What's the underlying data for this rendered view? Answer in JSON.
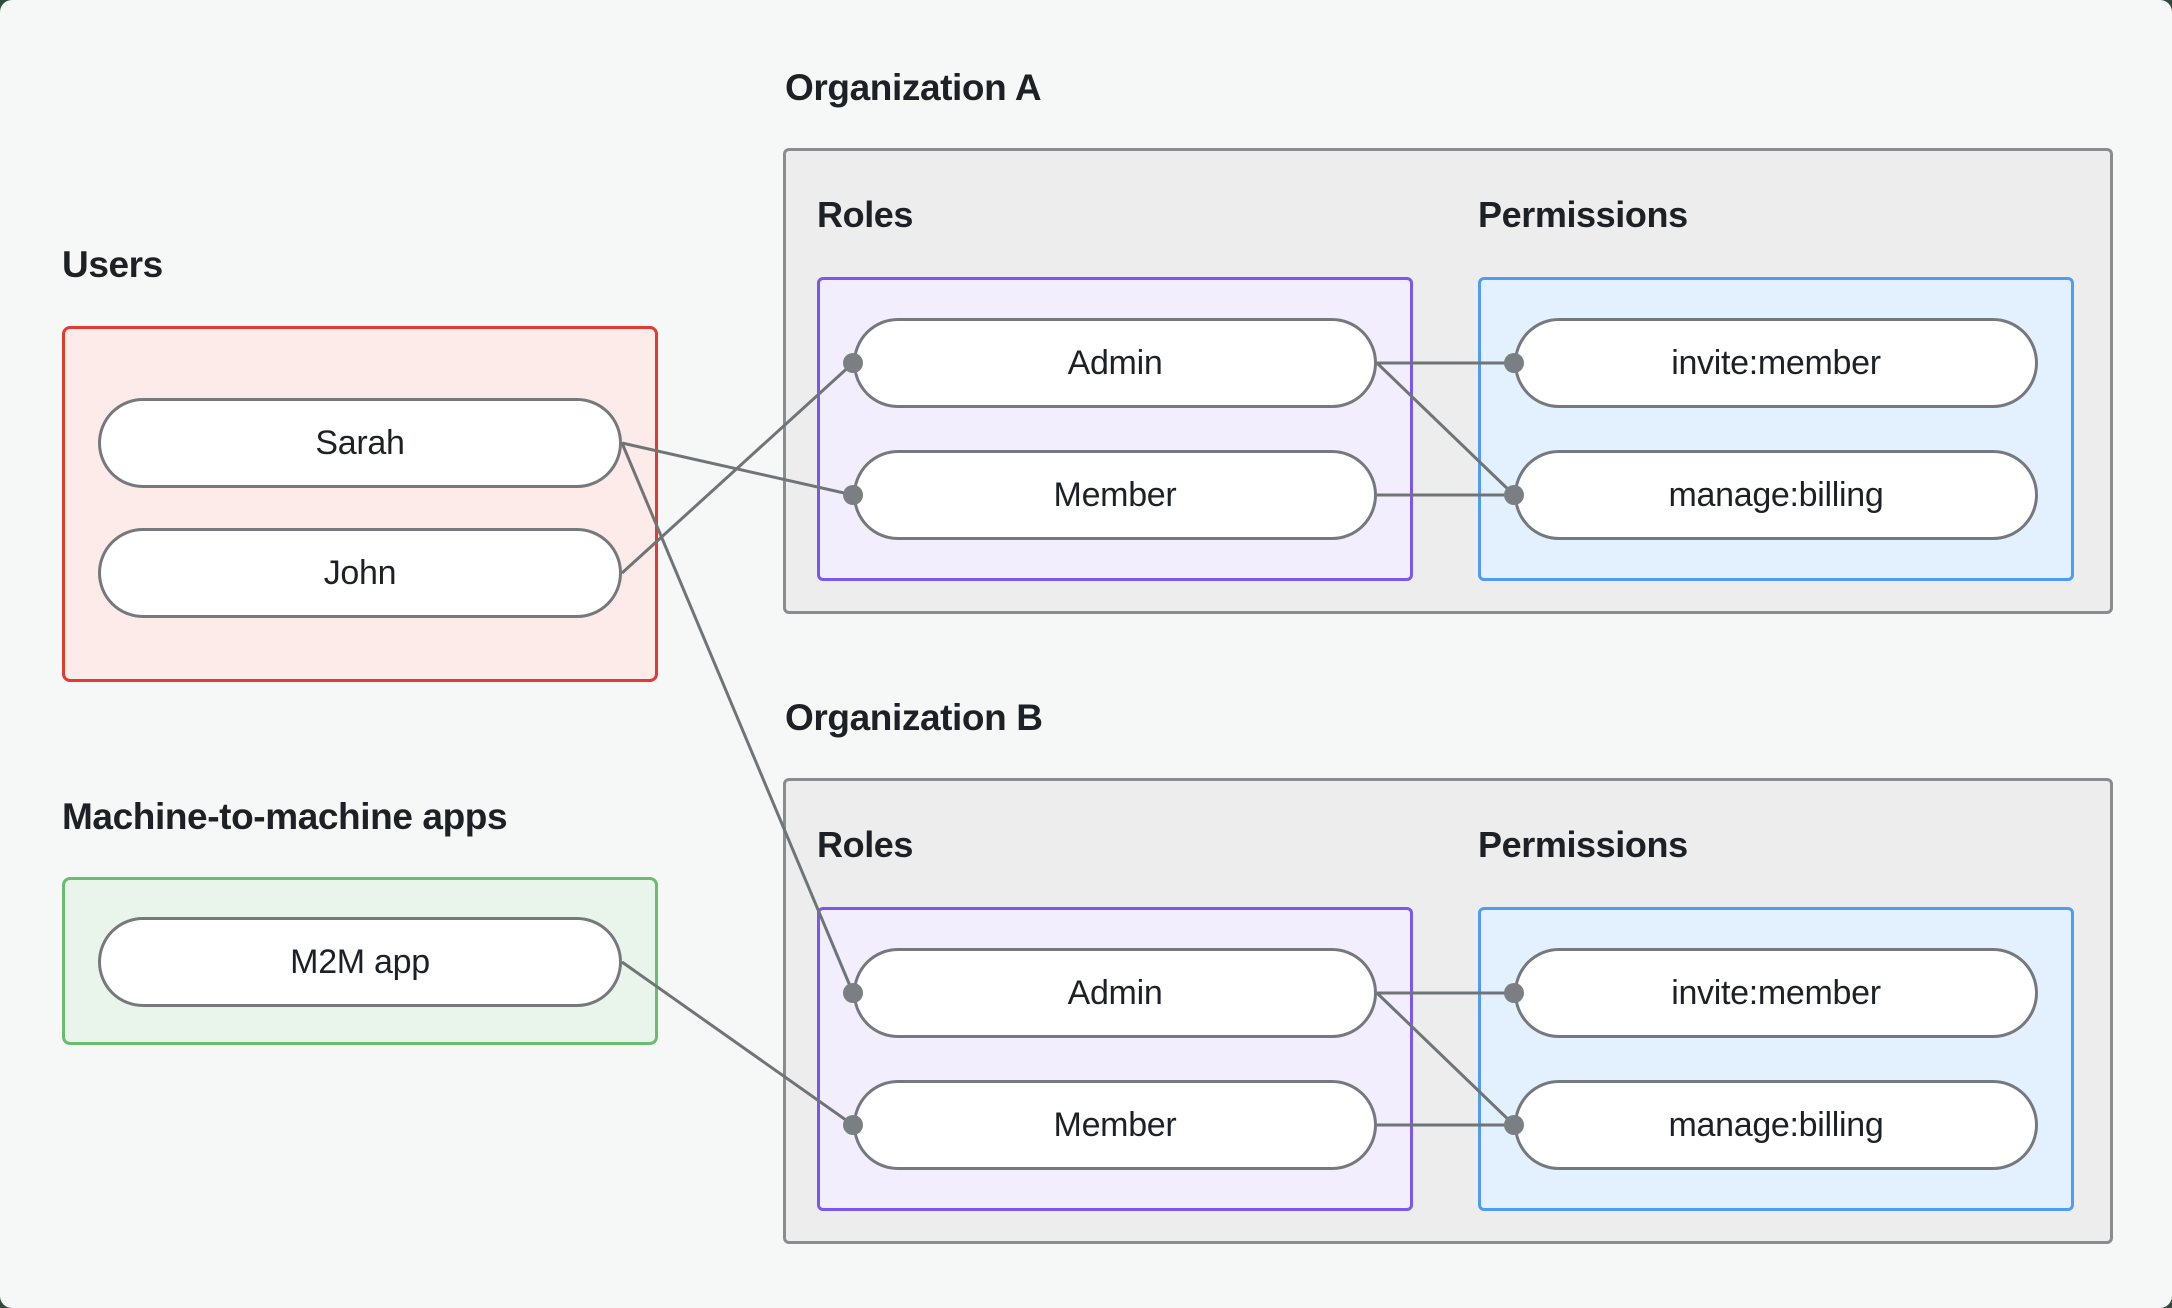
{
  "diagram": {
    "users": {
      "label": "Users",
      "items": [
        {
          "id": "u-sarah",
          "label": "Sarah"
        },
        {
          "id": "u-john",
          "label": "John"
        }
      ]
    },
    "m2m": {
      "label": "Machine-to-machine apps",
      "items": [
        {
          "id": "m2m-app",
          "label": "M2M app"
        }
      ]
    },
    "orgs": [
      {
        "label": "Organization A",
        "roles_label": "Roles",
        "permissions_label": "Permissions",
        "roles": [
          {
            "id": "a-admin",
            "label": "Admin"
          },
          {
            "id": "a-member",
            "label": "Member"
          }
        ],
        "permissions": [
          {
            "id": "a-invite",
            "label": "invite:member"
          },
          {
            "id": "a-manage",
            "label": "manage:billing"
          }
        ]
      },
      {
        "label": "Organization B",
        "roles_label": "Roles",
        "permissions_label": "Permissions",
        "roles": [
          {
            "id": "b-admin",
            "label": "Admin"
          },
          {
            "id": "b-member",
            "label": "Member"
          }
        ],
        "permissions": [
          {
            "id": "b-invite",
            "label": "invite:member"
          },
          {
            "id": "b-manage",
            "label": "manage:billing"
          }
        ]
      }
    ],
    "edges": [
      {
        "from": "u-sarah",
        "to": "a-member"
      },
      {
        "from": "u-sarah",
        "to": "b-admin"
      },
      {
        "from": "u-john",
        "to": "a-admin"
      },
      {
        "from": "m2m-app",
        "to": "b-member"
      },
      {
        "from": "a-admin-r",
        "to": "a-invite"
      },
      {
        "from": "a-admin-r",
        "to": "a-manage"
      },
      {
        "from": "a-member-r",
        "to": "a-manage"
      },
      {
        "from": "b-admin-r",
        "to": "b-invite"
      },
      {
        "from": "b-admin-r",
        "to": "b-manage"
      },
      {
        "from": "b-member-r",
        "to": "b-manage"
      }
    ]
  },
  "colors": {
    "page_bg": "#f5f8f6",
    "outer_bg": "#304b3e",
    "org_fill": "#ededee",
    "org_border": "#898d8f",
    "users_border": "#e23b31",
    "users_fill": "#fcebe9",
    "m2m_border": "#69bd6e",
    "m2m_fill": "#e9f5ea",
    "roles_border": "#7b57f2",
    "roles_fill": "#f3eefd",
    "perms_border": "#4f9cf7",
    "perms_fill": "#e3f0fd",
    "pill_border": "#75797d",
    "pill_fill": "#ffffff",
    "line": "#6f7477",
    "dot": "#7a7f83",
    "text": "#1d2125"
  }
}
